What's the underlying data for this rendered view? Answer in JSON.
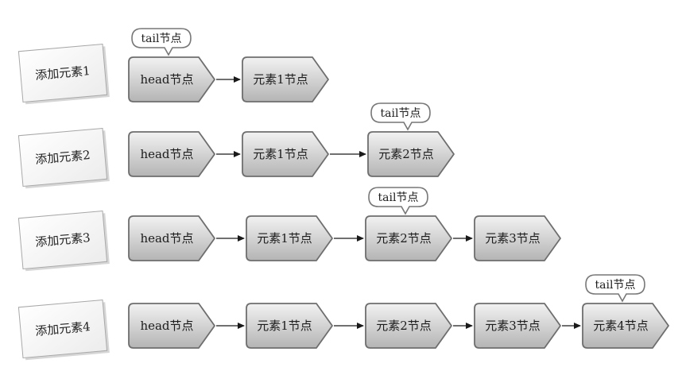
{
  "rows": [
    {
      "step_label": "添加元素1",
      "nodes": [
        "head节点",
        "元素1节点"
      ],
      "tail_index": 0,
      "tail_label": "tail节点"
    },
    {
      "step_label": "添加元素2",
      "nodes": [
        "head节点",
        "元素1节点",
        "元素2节点"
      ],
      "tail_index": 2,
      "tail_label": "tail节点"
    },
    {
      "step_label": "添加元素3",
      "nodes": [
        "head节点",
        "元素1节点",
        "元素2节点",
        "元素3节点"
      ],
      "tail_index": 2,
      "tail_label": "tail节点"
    },
    {
      "step_label": "添加元素4",
      "nodes": [
        "head节点",
        "元素1节点",
        "元素2节点",
        "元素3节点",
        "元素4节点"
      ],
      "tail_index": 4,
      "tail_label": "tail节点"
    }
  ],
  "colors": {
    "node_fill_top": "#f2f2f2",
    "node_fill_bottom": "#b4b4b4",
    "node_stroke": "#6e6e6e",
    "arrow": "#1a1a1a",
    "card_fill": "#f6f6f6",
    "card_stroke": "#a8a8a8",
    "bubble_stroke": "#777777"
  }
}
